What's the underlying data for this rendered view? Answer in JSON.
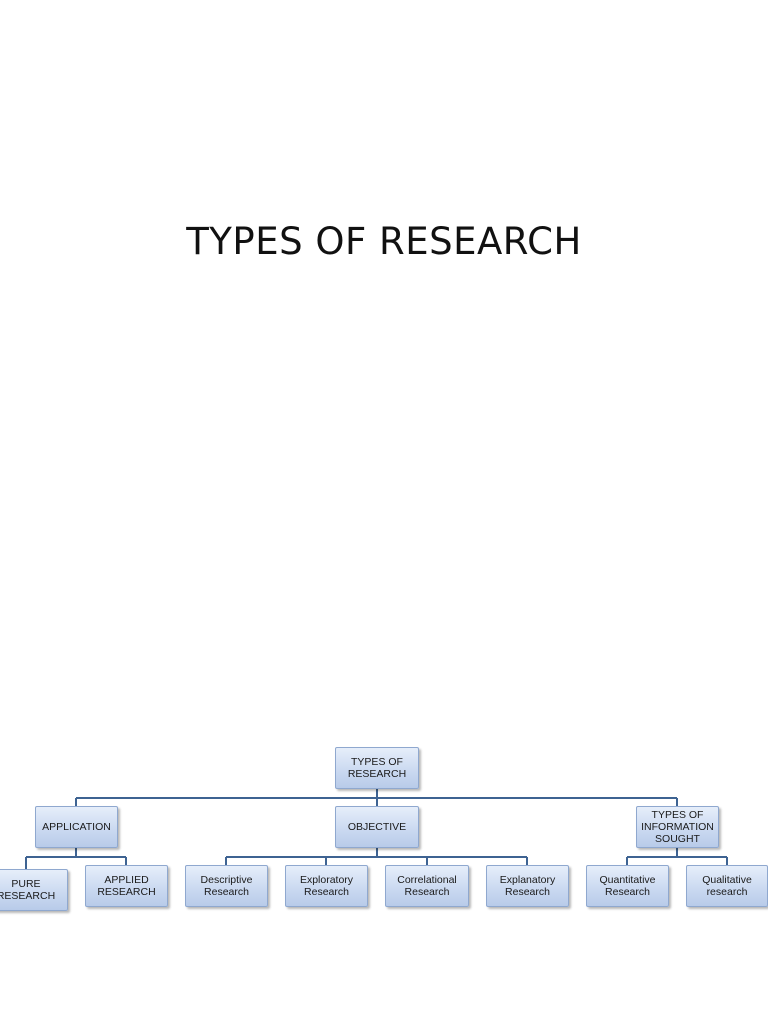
{
  "title": "TYPES OF RESEARCH",
  "diagram": {
    "root": "TYPES OF\nRESEARCH",
    "categories": [
      {
        "label": "APPLICATION",
        "children": [
          "PURE\nRESEARCH",
          "APPLIED\nRESEARCH"
        ]
      },
      {
        "label": "OBJECTIVE",
        "children": [
          "Descriptive\nResearch",
          "Exploratory\nResearch",
          "Correlational\nResearch",
          "Explanatory\nResearch"
        ]
      },
      {
        "label": "TYPES OF\nINFORMATION\nSOUGHT",
        "children": [
          "Quantitative\nResearch",
          "Qualitative\nresearch"
        ]
      }
    ]
  },
  "colors": {
    "box_fill_top": "#e6eefa",
    "box_fill_bottom": "#b8cbe9",
    "box_border": "#8fa8cf",
    "connector": "#3e6392"
  }
}
